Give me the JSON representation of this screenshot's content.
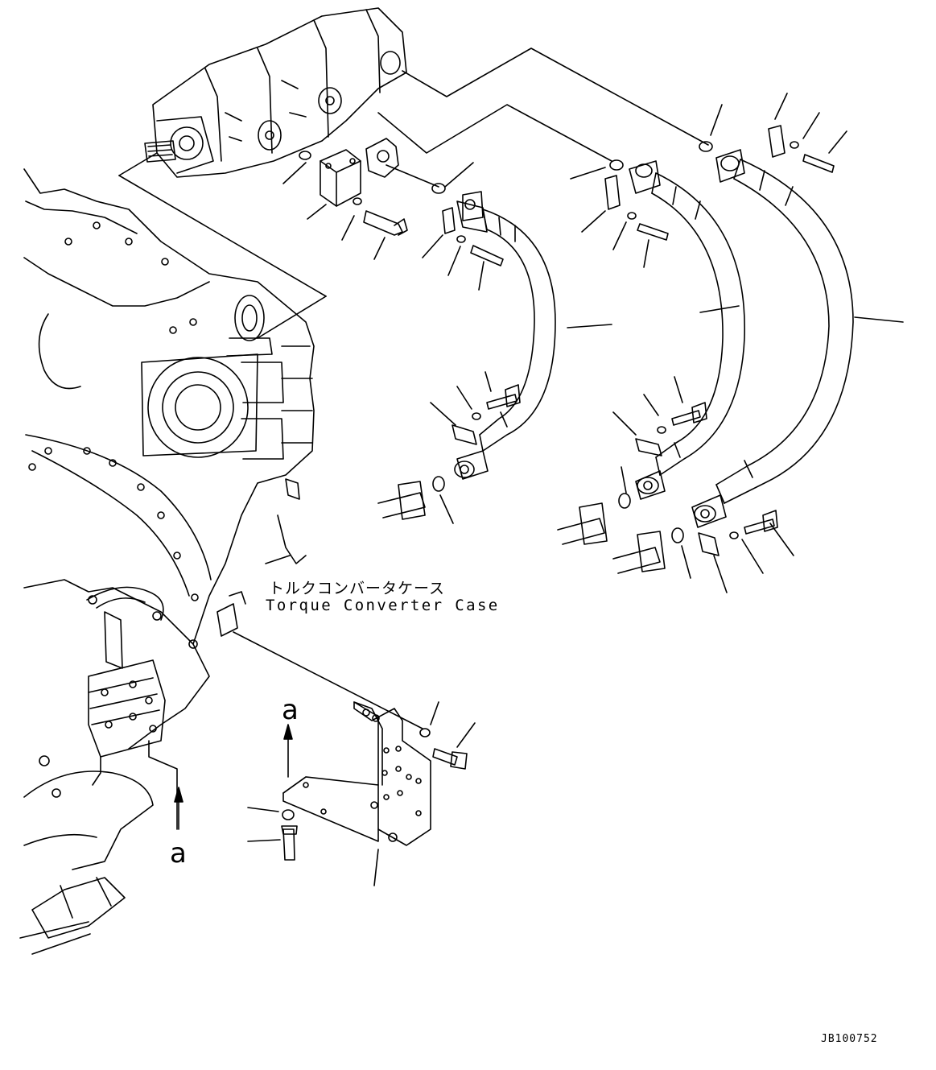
{
  "labels": {
    "case_jp": "トルクコンバータケース",
    "case_en": "Torque Converter Case",
    "ref_a_upper": "a",
    "ref_a_lower": "a"
  },
  "drawing_number": "JB100752"
}
